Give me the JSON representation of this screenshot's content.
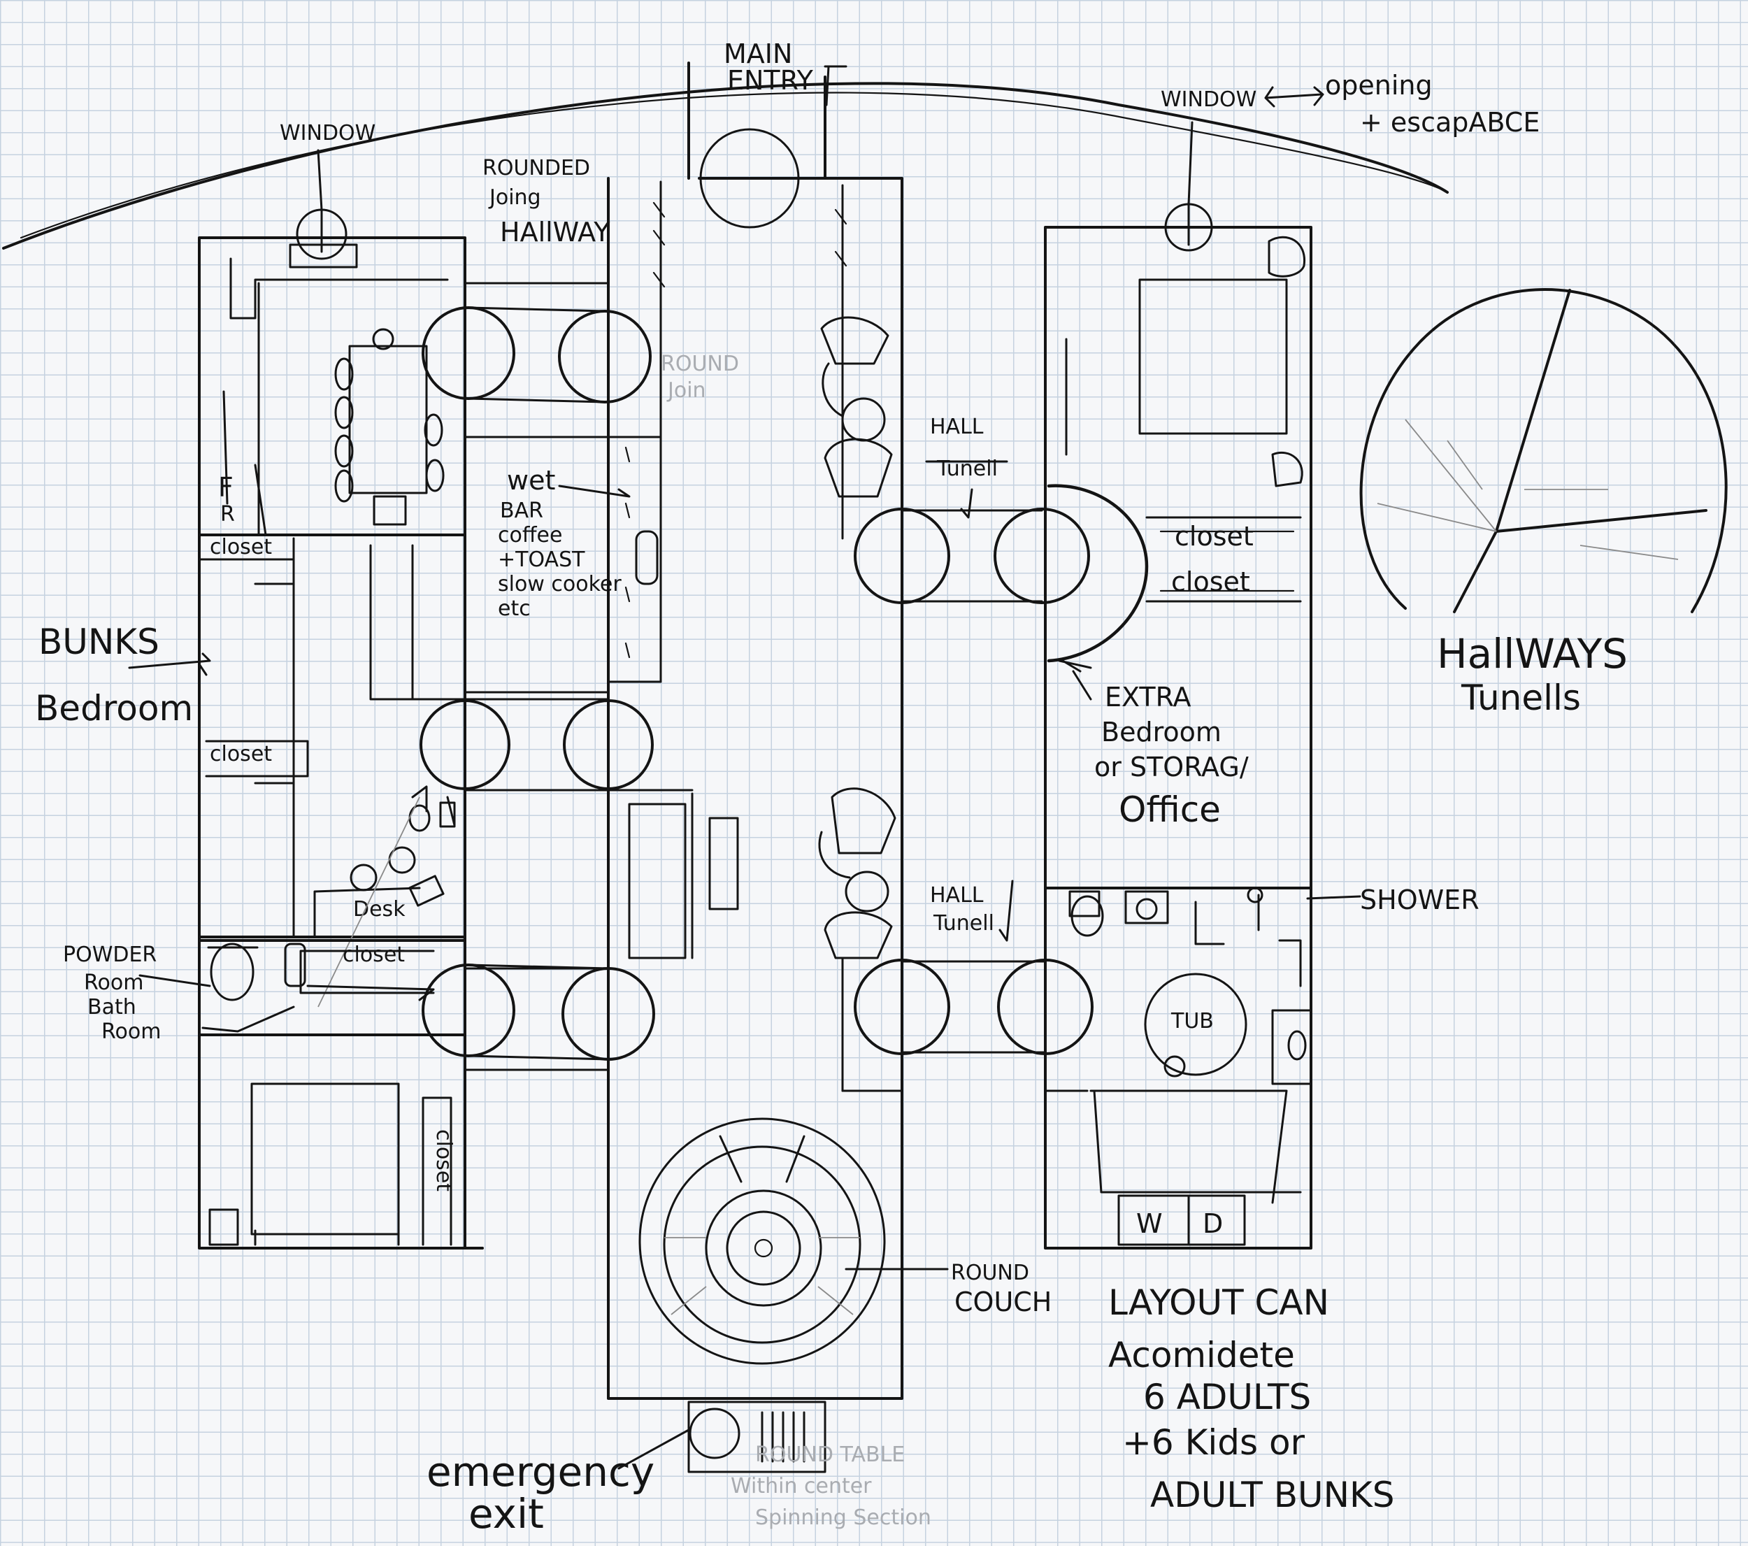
{
  "labels": {
    "main_entry_1": "MAIN",
    "main_entry_2": "ENTRY",
    "window_left": "WINDOW",
    "window_right": "WINDOW",
    "window_note_1": "opening",
    "window_note_2": "+ escapABCE",
    "rounded_hall_1": "ROUNDED",
    "rounded_hall_2": "Joing",
    "rounded_hall_3": "HAllWAY",
    "round_join_1": "ROUND",
    "round_join_2": "Join",
    "wet_bar_1": "wet",
    "wet_bar_2": "BAR",
    "wet_bar_3": "coffee",
    "wet_bar_4": "+TOAST",
    "wet_bar_5": "slow cooker",
    "wet_bar_6": "etc",
    "fr_1": "F",
    "fr_2": "R",
    "closet_a": "closet",
    "bunks_1": "BUNKS",
    "bunks_2": "Bedroom",
    "closet_b": "closet",
    "desk": "Desk",
    "closet_c": "closet",
    "powder_1": "POWDER",
    "powder_2": "Room",
    "powder_3": "Bath",
    "powder_4": "Room",
    "closet_vertical": "closet",
    "hall_tunnel_top_1": "HALL",
    "hall_tunnel_top_2": "Tunell",
    "closet_d": "closet",
    "closet_e": "closet",
    "extra_1": "EXTRA",
    "extra_2": "Bedroom",
    "extra_3": "or STORAG/",
    "extra_4": "Office",
    "hall_tunnel_bottom_1": "HALL",
    "hall_tunnel_bottom_2": "Tunell",
    "shower": "SHOWER",
    "tub": "TUB",
    "washer": "W",
    "dryer": "D",
    "round_couch_1": "ROUND",
    "round_couch_2": "COUCH",
    "layout_1": "LAYOUT CAN",
    "layout_2": "Acomidete",
    "layout_3": "6 ADULTS",
    "layout_4": "+6 Kids or",
    "layout_5": "ADULT BUNKS",
    "emergency_1": "emergency",
    "emergency_2": "exit",
    "faint_1": "ROUND TABLE",
    "faint_2": "Within center",
    "faint_3": "Spinning Section",
    "hallways_1": "HallWAYS",
    "hallways_2": "Tunells"
  }
}
